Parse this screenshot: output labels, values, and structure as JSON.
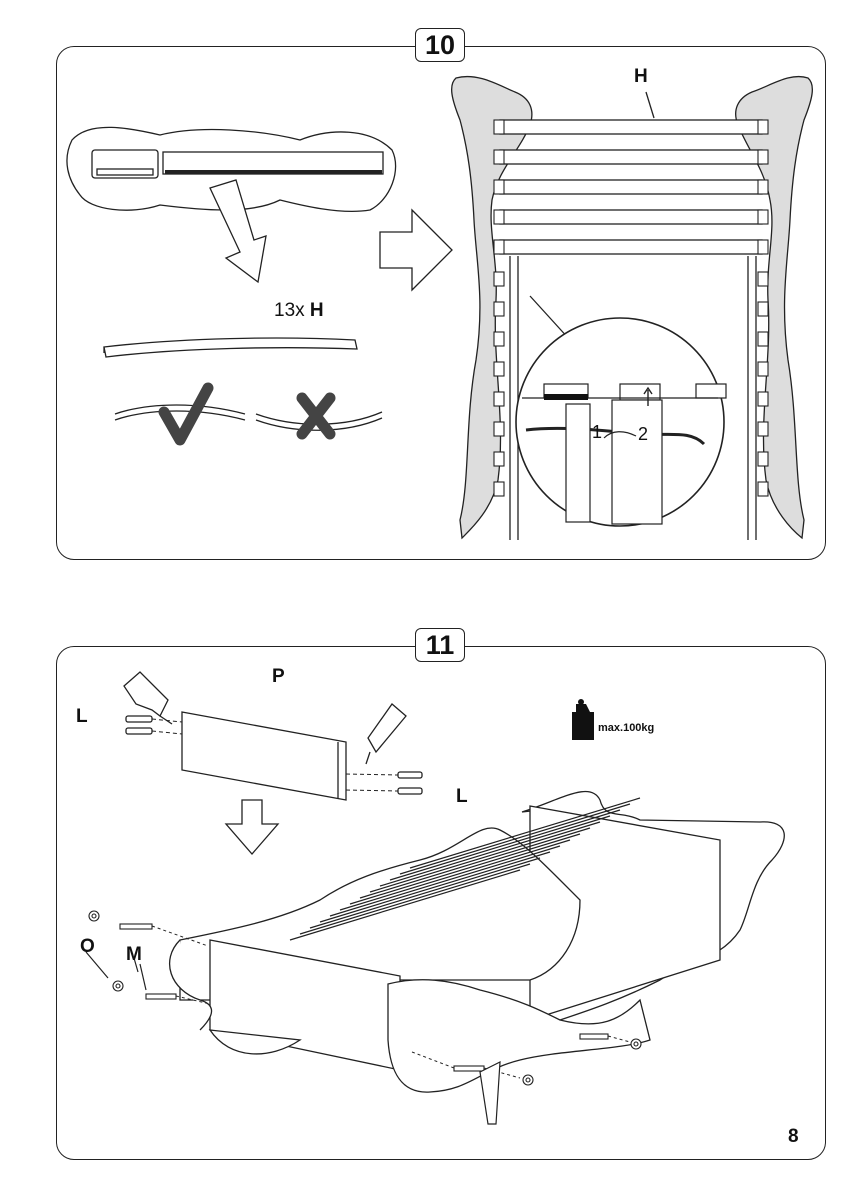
{
  "steps": [
    {
      "number": "10",
      "slat_count_prefix": "13x",
      "slat_letter": "H",
      "frame_slat_label": "H",
      "detail_step_1": "1",
      "detail_step_2": "2"
    },
    {
      "number": "11",
      "part_p": "P",
      "part_l_left": "L",
      "part_l_right": "L",
      "label_o": "O",
      "label_m": "M",
      "max_load": "max.100kg"
    }
  ],
  "page_number": "8"
}
